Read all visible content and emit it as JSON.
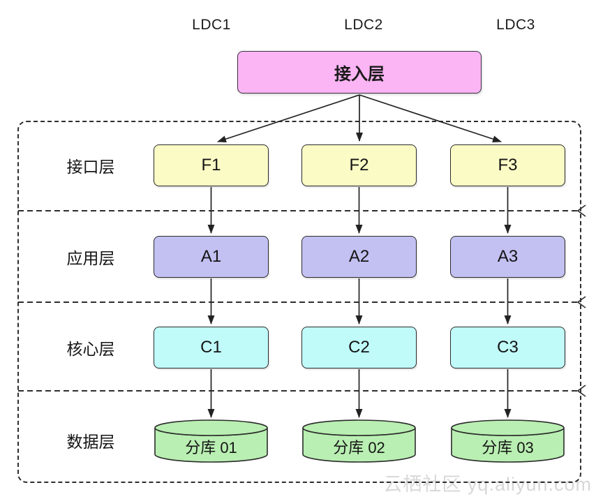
{
  "header": {
    "ldc_labels": [
      "LDC1",
      "LDC2",
      "LDC3"
    ]
  },
  "access_box": {
    "label": "接入层"
  },
  "rows": [
    {
      "label": "接口层",
      "nodes": [
        "F1",
        "F2",
        "F3"
      ]
    },
    {
      "label": "应用层",
      "nodes": [
        "A1",
        "A2",
        "A3"
      ]
    },
    {
      "label": "核心层",
      "nodes": [
        "C1",
        "C2",
        "C3"
      ]
    },
    {
      "label": "数据层",
      "nodes": [
        "分库 01",
        "分库 02",
        "分库 03"
      ]
    }
  ],
  "colors": {
    "access": "#fbb4f4",
    "interface": "#fbfbc6",
    "application": "#c3c0f2",
    "core": "#c0fbfa",
    "data": "#b9efb2",
    "arrow": "#222222"
  },
  "watermark": "云栖社区 yq.aliyun.com"
}
